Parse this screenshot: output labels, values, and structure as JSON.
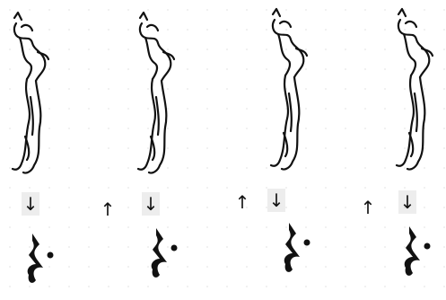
{
  "columns": [
    {
      "id": "col-1",
      "arrows": [
        {
          "direction": "down",
          "glyph": "↓",
          "shaded": true
        }
      ]
    },
    {
      "id": "col-2",
      "arrows": [
        {
          "direction": "up",
          "glyph": "↑",
          "shaded": false
        },
        {
          "direction": "down",
          "glyph": "↓",
          "shaded": true
        }
      ]
    },
    {
      "id": "col-3",
      "arrows": [
        {
          "direction": "up",
          "glyph": "↑",
          "shaded": false
        },
        {
          "direction": "down",
          "glyph": "↓",
          "shaded": true
        }
      ]
    },
    {
      "id": "col-4",
      "arrows": [
        {
          "direction": "up",
          "glyph": "↑",
          "shaded": false
        },
        {
          "direction": "down",
          "glyph": "↓",
          "shaded": true
        }
      ]
    }
  ],
  "figure": {
    "subject": "ink-sketch-climbing-figure"
  },
  "rest_symbol": {
    "name": "dotted-quarter-rest"
  },
  "colors": {
    "ink": "#111111",
    "background": "#ffffff"
  }
}
